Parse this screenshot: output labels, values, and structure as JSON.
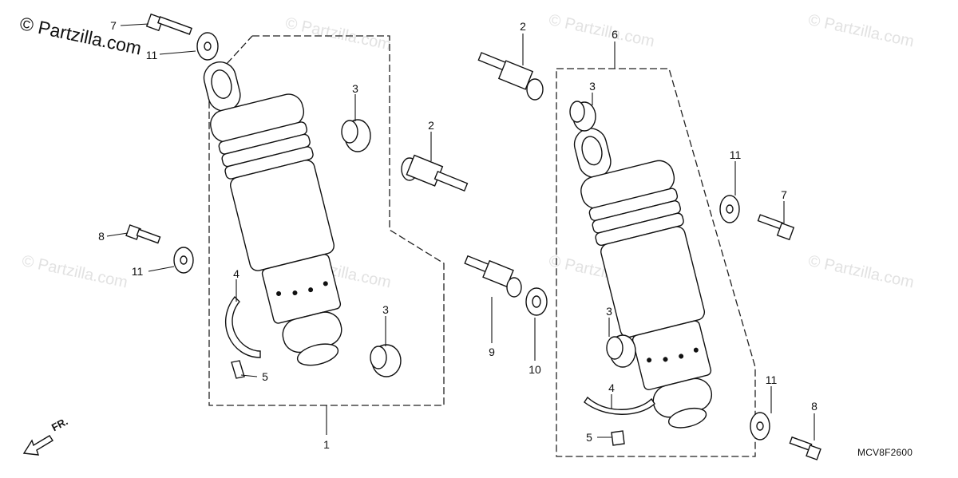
{
  "brand": "© Partzilla.com",
  "watermark": "© Partzilla.com",
  "drawing_code": "MCV8F2600",
  "direction_label": "FR.",
  "colors": {
    "line": "#111111",
    "watermark": "#e2e2e2",
    "background": "#ffffff"
  },
  "callouts": {
    "c1": "1",
    "c2a": "2",
    "c2b": "2",
    "c3a": "3",
    "c3b": "3",
    "c3c": "3",
    "c3d": "3",
    "c4a": "4",
    "c4b": "4",
    "c5a": "5",
    "c5b": "5",
    "c6": "6",
    "c7a": "7",
    "c7b": "7",
    "c8a": "8",
    "c8b": "8",
    "c9": "9",
    "c10": "10",
    "c11a": "11",
    "c11b": "11",
    "c11c": "11",
    "c11d": "11"
  }
}
